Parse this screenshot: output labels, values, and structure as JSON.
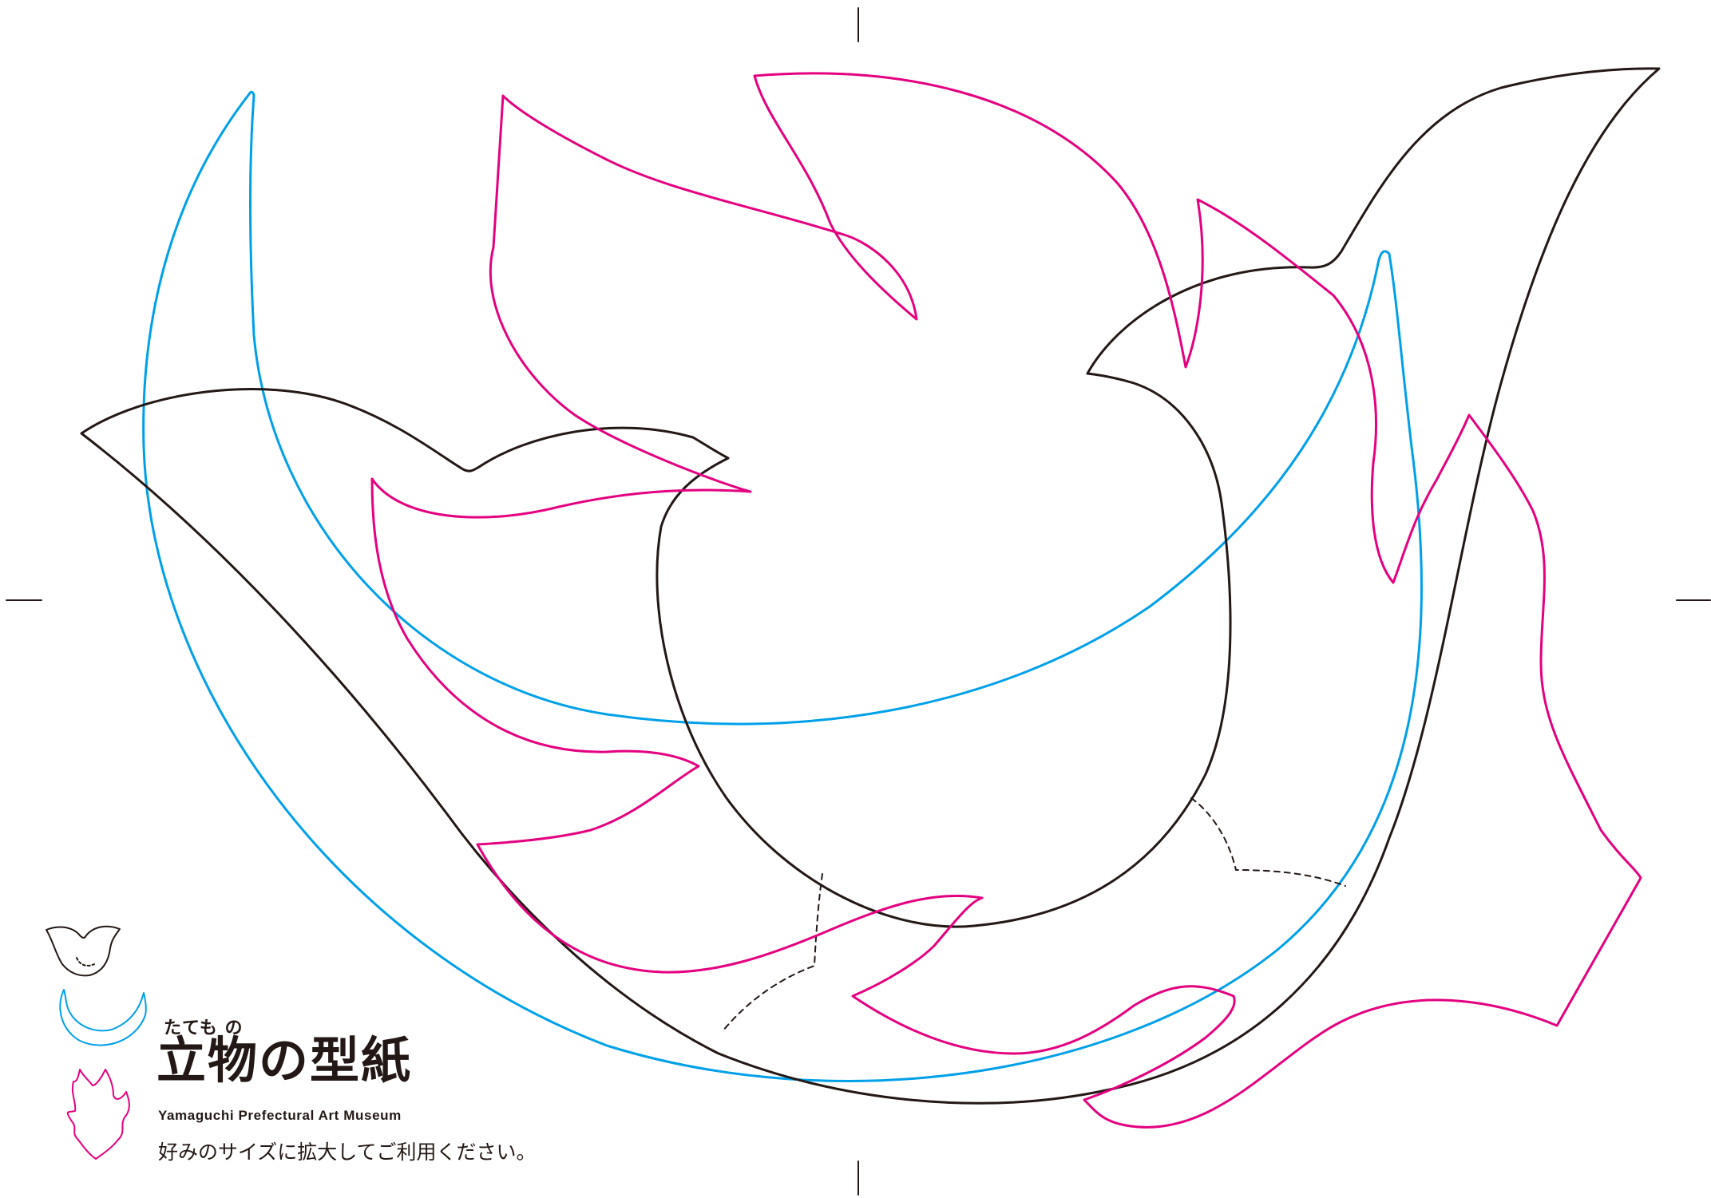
{
  "title_ruby": "たても の",
  "title": "立物の型紙",
  "museum_name": "Yamaguchi Prefectural Art Museum",
  "instruction": "好みのサイズに拡大してご利用ください。",
  "colors": {
    "black": "#231815",
    "cyan": "#00a0e9",
    "magenta": "#e4007f"
  },
  "icons": [
    "hoe-crest-icon",
    "crescent-moon-icon",
    "flame-icon"
  ]
}
